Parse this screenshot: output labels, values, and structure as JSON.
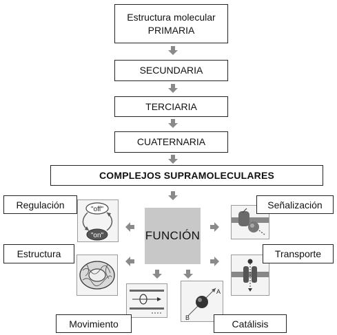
{
  "levels": {
    "primary_line1": "Estructura molecular",
    "primary_line2": "PRIMARIA",
    "secondary": "SECUNDARIA",
    "tertiary": "TERCIARIA",
    "quaternary": "CUATERNARIA",
    "supramolecular": "COMPLEJOS SUPRAMOLECULARES"
  },
  "center": "FUNCIÓN",
  "functions": {
    "regulation": "Regulación",
    "signaling": "Señalización",
    "structure": "Estructura",
    "transport": "Transporte",
    "movement": "Movimiento",
    "catalysis": "Catálisis"
  },
  "icon_text": {
    "off": "\"off\"",
    "on": "\"on\"",
    "a": "A",
    "b": "B"
  },
  "colors": {
    "arrow": "#8a8a8a",
    "center_fill": "#c8c8c8",
    "border": "#222222"
  }
}
